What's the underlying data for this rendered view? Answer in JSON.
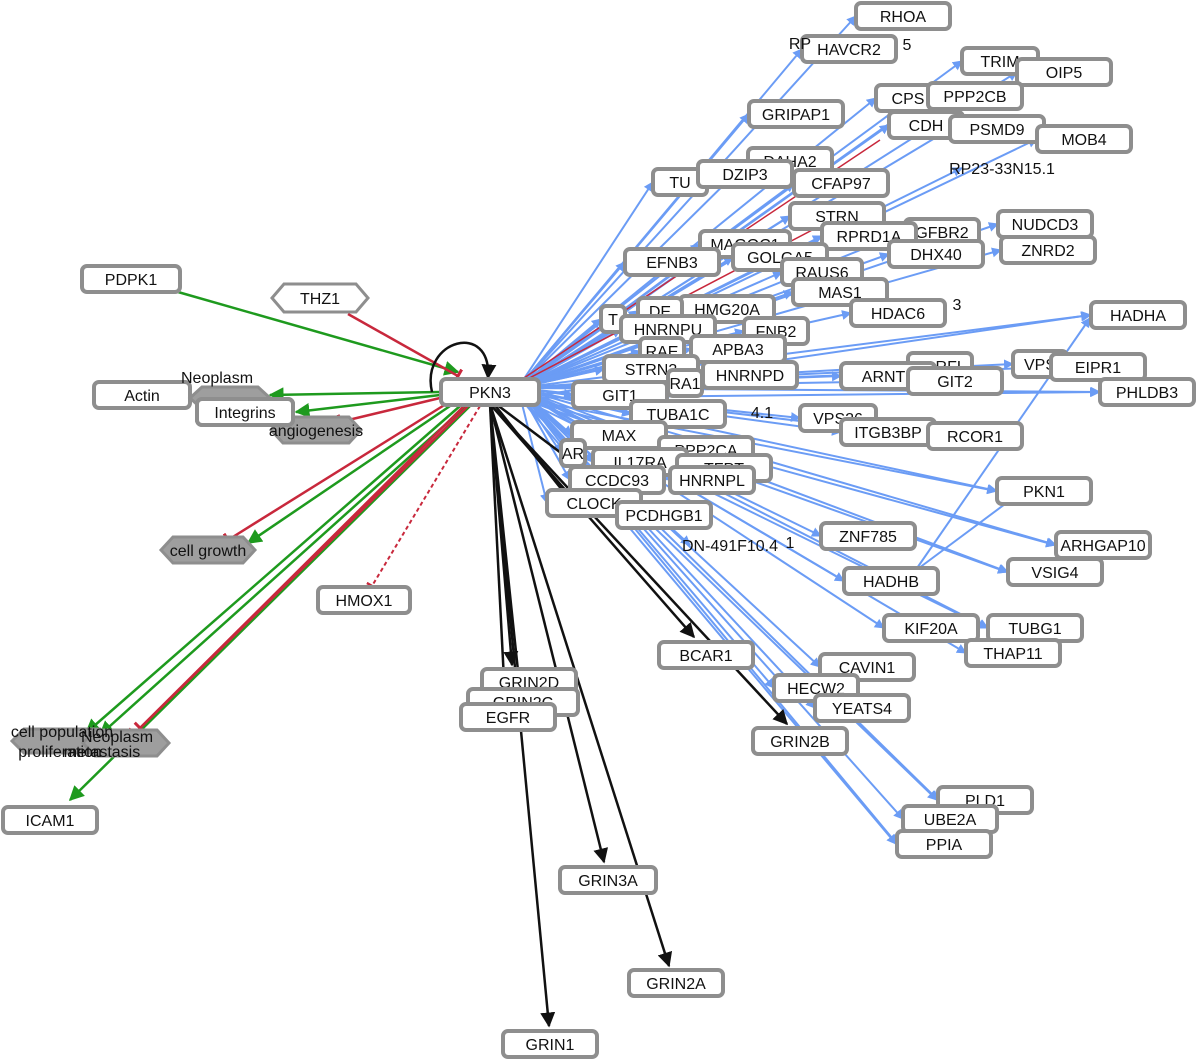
{
  "colors": {
    "interaction": "#6b9cf5",
    "activation": "#1e9a1e",
    "inhibition": "#c8283c",
    "binding": "#111111",
    "node_border": "#8e8e8e",
    "hex_fill": "#9e9e9e"
  },
  "nodes": {
    "center": "PKN3",
    "left_boxes": [
      "PDPK1",
      "Actin",
      "Integrins",
      "HMOX1",
      "ICAM1"
    ],
    "left_hexagons": [
      "THZ1",
      "angiogenesis",
      "cell growth"
    ],
    "left_labels": [
      "Neoplasm",
      "Neoplasm",
      "metastasis",
      "cell population",
      "proliferation"
    ],
    "black_targets": [
      "GRIN2D",
      "GRIN2C",
      "EGFR",
      "GRIN3A",
      "GRIN2A",
      "GRIN1",
      "BCAR1",
      "GRIN2B"
    ],
    "blue_targets": [
      "RHOA",
      "HAVCR2",
      "TRIM",
      "OIP5",
      "CPS",
      "PPP2CB",
      "GRIPAP1",
      "CDH",
      "PSMD9",
      "MOB4",
      "RP23-33N15.1",
      "DAHA2",
      "TU",
      "DZIP3",
      "CFAP97",
      "STRN",
      "NUDCD3",
      "GFBR2",
      "MAGOC1",
      "RPRD1A",
      "ZNRD2",
      "DHX40",
      "EFNB3",
      "GOLGA5",
      "RAUS6",
      "MAS1",
      "HDAC6",
      "HMG20A",
      "DE",
      "T",
      "HNRNPU",
      "FNB2",
      "HADHA",
      "APBA3",
      "RAE",
      "STRN3",
      "HNRNPD",
      "KARFL",
      "VPS",
      "EIPR1",
      "ARNTL",
      "GIT2",
      "PHLDB3",
      "GIT1",
      "RA1",
      "TUBA1C",
      "VPS26",
      "ITGB3BP",
      "RCOR1",
      "MAX",
      "AR",
      "PPP2CA",
      "IL17RA",
      "TFPT",
      "CCDC93",
      "HNRNPL",
      "CLOCK",
      "PKN1",
      "PCDHGB1",
      "ZNF785",
      "ARHGAP10",
      "DN-491F10.4",
      "HADHB",
      "VSIG4",
      "KIF20A",
      "TUBG1",
      "THAP11",
      "CAVIN1",
      "HECW2",
      "YEATS4",
      "PLD1",
      "UBE2A",
      "PPIA"
    ],
    "blue_labels": [
      "RP",
      "5",
      "4.1",
      "3",
      "1"
    ]
  }
}
